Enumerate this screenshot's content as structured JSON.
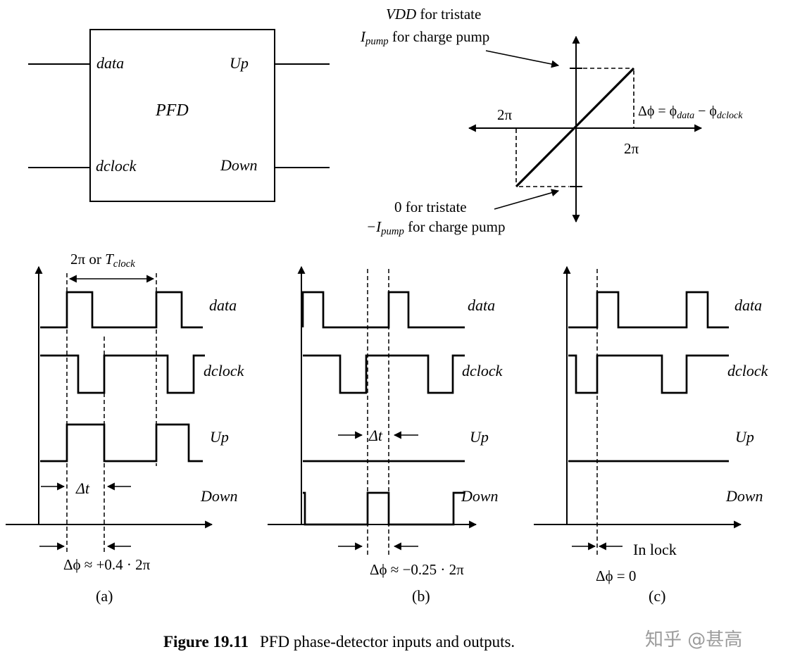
{
  "pfd_block": {
    "input_top": "data",
    "input_bottom": "dclock",
    "output_top": "Up",
    "output_bottom": "Down",
    "title": "PFD"
  },
  "transfer_curve": {
    "top_line1": {
      "var": "VDD",
      "rest": " for tristate"
    },
    "top_line2": {
      "var": "I",
      "sub": "pump",
      "rest": " for charge pump"
    },
    "bottom_line1": "0 for tristate",
    "bottom_line2": {
      "var": "−I",
      "sub": "pump",
      "rest": " for charge pump"
    },
    "x_left": "2π",
    "x_right": "2π",
    "phase_eq": {
      "pre": "Δϕ = ϕ",
      "sub1": "data",
      "mid": " − ϕ",
      "sub2": "dclock"
    }
  },
  "diagram_a": {
    "period_label": {
      "pre": "2π or ",
      "var": "T",
      "sub": "clock"
    },
    "signals": {
      "data": "data",
      "dclock": "dclock",
      "up": "Up",
      "down": "Down"
    },
    "dt_label": "Δt",
    "phase_label": "Δϕ ≈ +0.4 · 2π",
    "sub_label": "(a)"
  },
  "diagram_b": {
    "signals": {
      "data": "data",
      "dclock": "dclock",
      "up": "Up",
      "down": "Down"
    },
    "dt_label": "Δt",
    "phase_label": "Δϕ ≈ −0.25 · 2π",
    "sub_label": "(b)"
  },
  "diagram_c": {
    "signals": {
      "data": "data",
      "dclock": "dclock",
      "up": "Up",
      "down": "Down"
    },
    "inlock_label": "In lock",
    "phase_label": "Δϕ = 0",
    "sub_label": "(c)"
  },
  "caption": {
    "bold": "Figure 19.11",
    "rest": "PFD phase-detector inputs and outputs."
  },
  "watermark": "知乎 @甚高",
  "colors": {
    "ink": "#000000",
    "background": "#ffffff",
    "watermark": "#9b9b9b"
  }
}
